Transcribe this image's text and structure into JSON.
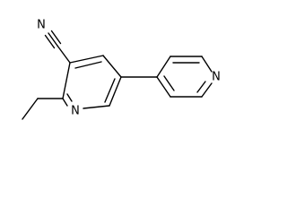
{
  "molecule": {
    "atoms": {
      "nitrile_n": "N",
      "pyridine_a_n": "N",
      "pyridine_b_n": "N"
    }
  }
}
